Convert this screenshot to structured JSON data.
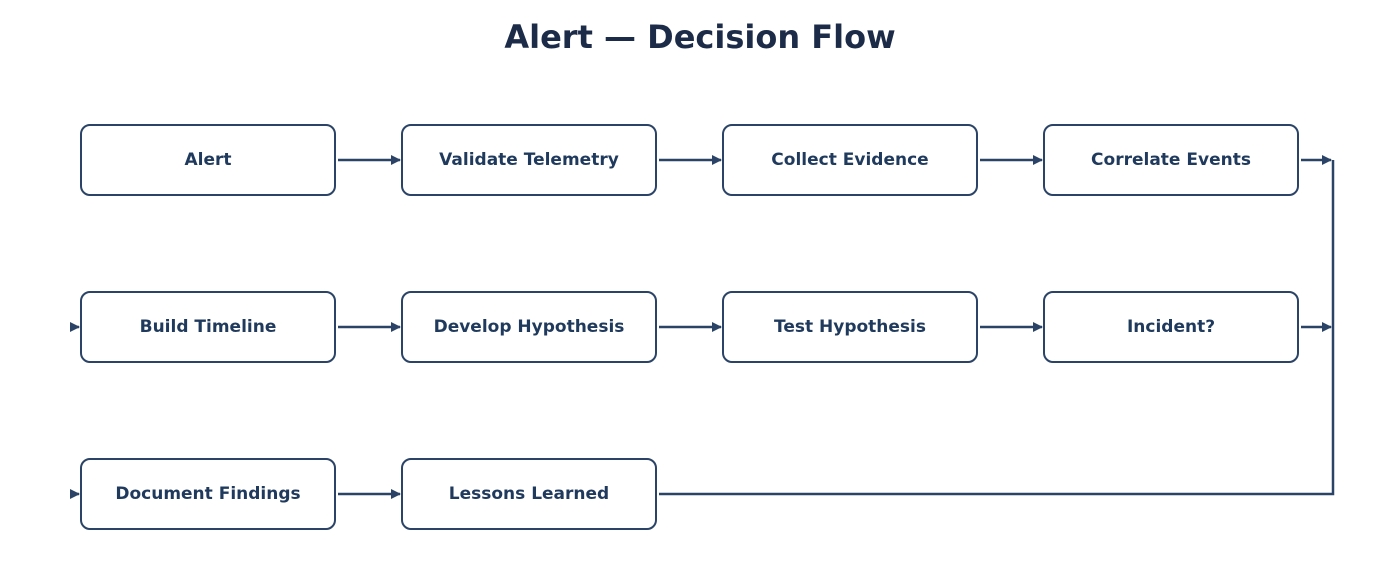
{
  "title": "Alert — Decision Flow",
  "colors": {
    "stroke": "#2a4366",
    "text": "#1f3a5c",
    "title": "#1c2b48",
    "background": "#ffffff"
  },
  "flow": {
    "nodes": [
      "Alert",
      "Validate Telemetry",
      "Collect Evidence",
      "Correlate Events",
      "Build Timeline",
      "Develop Hypothesis",
      "Test Hypothesis",
      "Incident?",
      "Document Findings",
      "Lessons Learned"
    ]
  }
}
